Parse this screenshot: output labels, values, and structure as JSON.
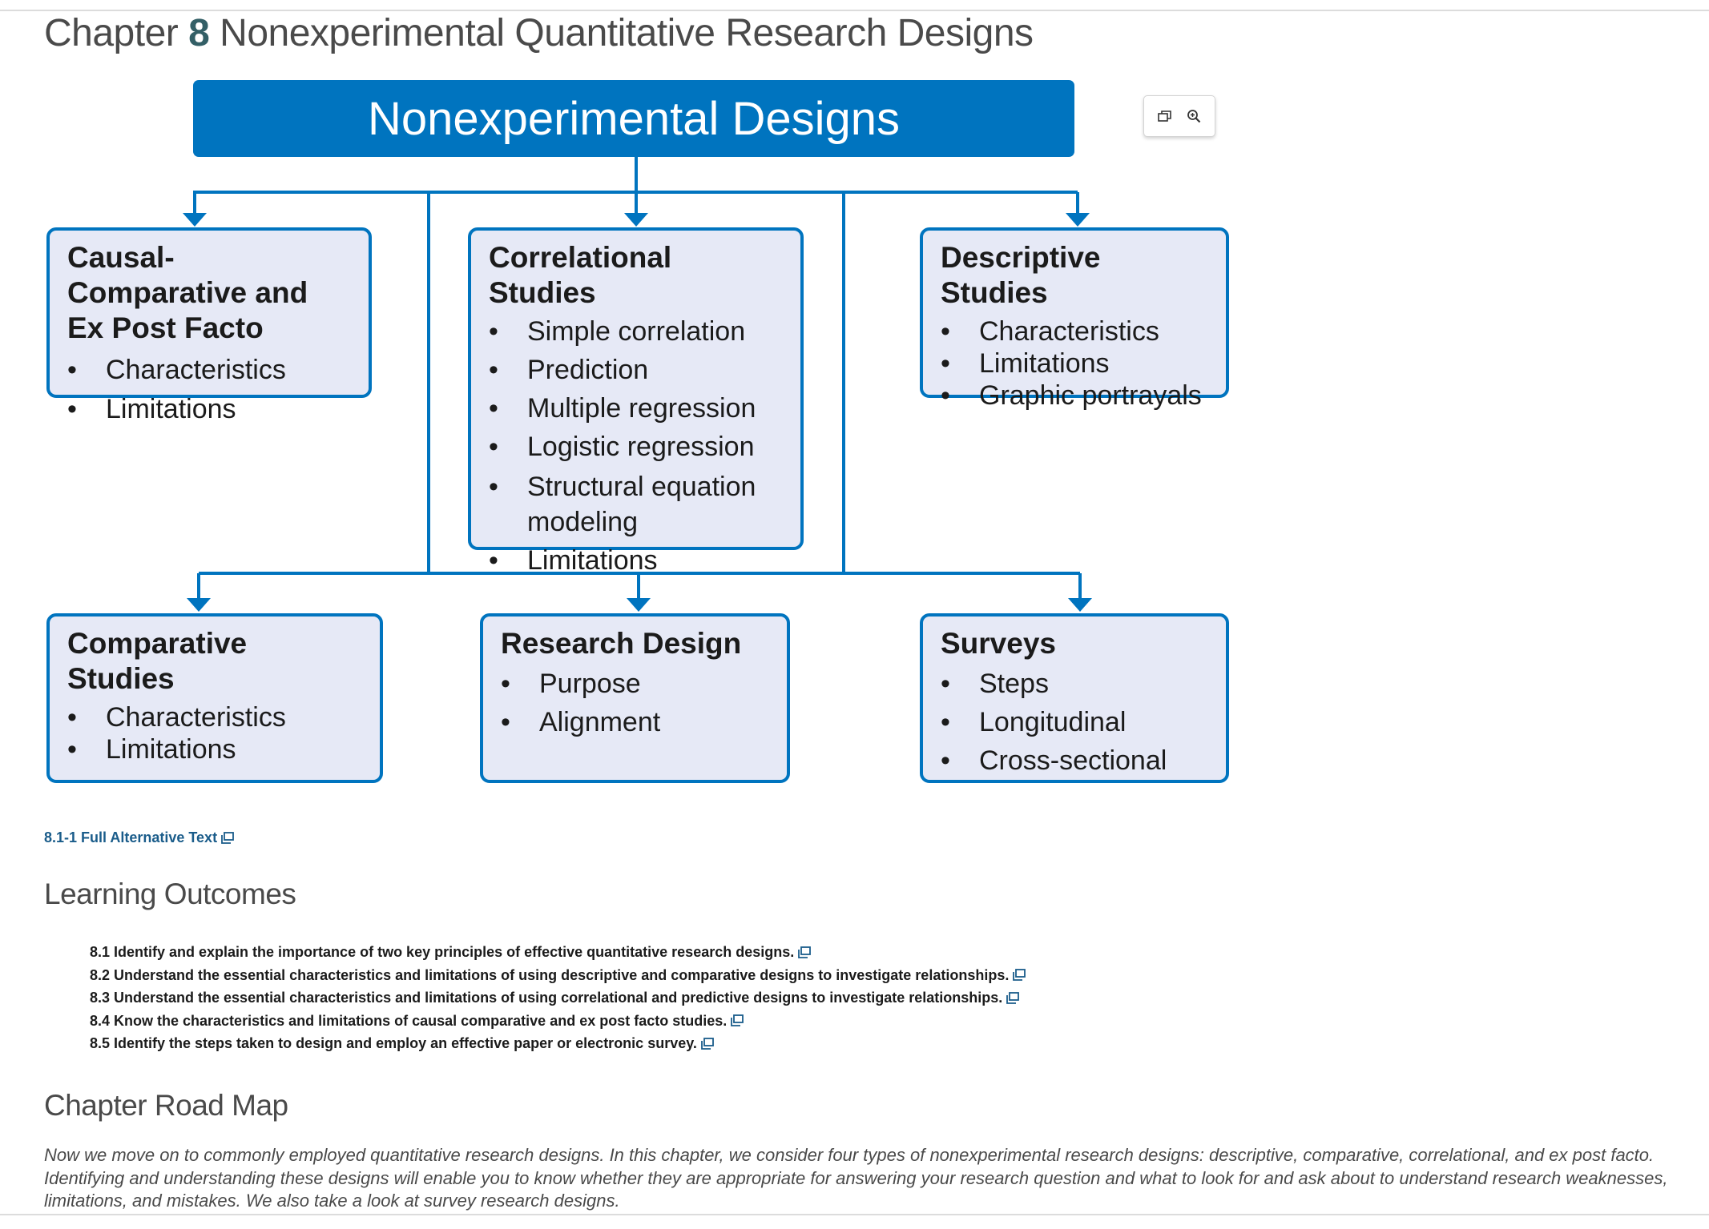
{
  "header": {
    "chapter_label": "Chapter",
    "chapter_number": "8",
    "chapter_title": "Nonexperimental Quantitative Research Designs"
  },
  "figure": {
    "root": "Nonexperimental Designs",
    "nodes": [
      {
        "title": "Causal-Comparative and Ex Post Facto",
        "items": [
          "Characteristics",
          "Limitations"
        ]
      },
      {
        "title": "Correlational Studies",
        "items": [
          "Simple correlation",
          "Prediction",
          "Multiple regression",
          "Logistic regression",
          "Structural equation modeling",
          "Limitations"
        ]
      },
      {
        "title": "Descriptive Studies",
        "items": [
          "Characteristics",
          "Limitations",
          "Graphic portrayals"
        ]
      },
      {
        "title": "Comparative Studies",
        "items": [
          "Characteristics",
          "Limitations"
        ]
      },
      {
        "title": "Research Design",
        "items": [
          "Purpose",
          "Alignment"
        ]
      },
      {
        "title": "Surveys",
        "items": [
          "Steps",
          "Longitudinal",
          "Cross-sectional"
        ]
      }
    ],
    "toolbar_icons": [
      "popout-icon",
      "zoom-in-icon"
    ],
    "colors": {
      "accent": "#0074bf",
      "box_fill": "#e6e9f6"
    }
  },
  "alt_text_link": "8.1-1 Full Alternative Text",
  "learning_outcomes": {
    "heading": "Learning Outcomes",
    "items": [
      "8.1 Identify and explain the importance of two key principles of effective quantitative research designs.",
      "8.2 Understand the essential characteristics and limitations of using descriptive and comparative designs to investigate relationships.",
      "8.3 Understand the essential characteristics and limitations of using correlational and predictive designs to investigate relationships.",
      "8.4 Know the characteristics and limitations of causal comparative and ex post facto studies.",
      "8.5 Identify the steps taken to design and employ an effective paper or electronic survey."
    ]
  },
  "road_map": {
    "heading": "Chapter Road Map",
    "text": "Now we move on to commonly employed quantitative research designs. In this chapter, we consider four types of nonexperimental research designs: descriptive, comparative, correlational, and ex post facto. Identifying and understanding these designs will enable you to know whether they are appropriate for answering your research question and what to look for and ask about to understand research weaknesses, limitations, and mistakes. We also take a look at survey research designs."
  }
}
